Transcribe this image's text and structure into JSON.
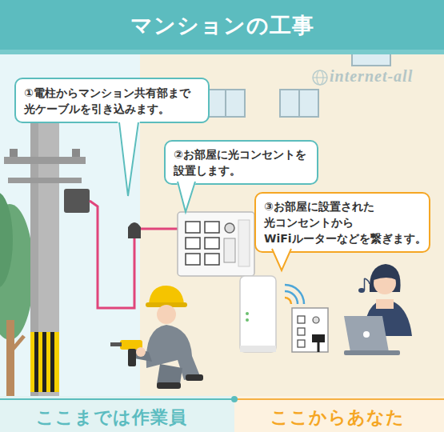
{
  "diagram": {
    "title": "マンションの工事",
    "nodes": [
      {
        "text": [
          "①電柱からマンション共有部まで 光ケーブルを引き込みます。"
        ]
      },
      {
        "text": [
          "②お部屋に光コンセントを 設置します。"
        ]
      },
      {
        "text": [
          "③お部屋に設置された 光コンセントから WiFiルーターなどを繋ぎます。"
        ]
      }
    ],
    "labels": [
      "internet-all",
      "ここまでは作業員",
      "ここからあなた"
    ]
  }
}
